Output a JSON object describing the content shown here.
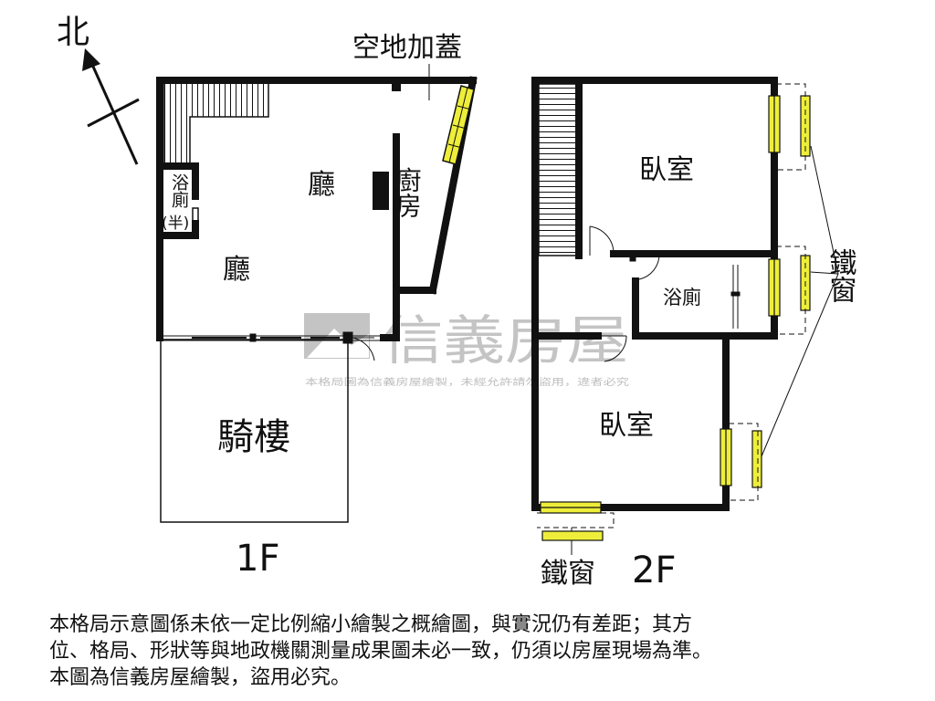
{
  "compass": {
    "north_label": "北"
  },
  "floor1": {
    "floor_label": "1F",
    "vacant_lot_label": "空地加蓋",
    "living_room_label": "廳",
    "living_room_2_label": "廳",
    "kitchen_label": "廚房",
    "half_bath_label": "浴廁",
    "half_bath_sub_label": "(半)",
    "arcade_label": "騎樓"
  },
  "floor2": {
    "floor_label": "2F",
    "bedroom_top_label": "臥室",
    "bathroom_label": "浴廁",
    "bedroom_bottom_label": "臥室",
    "iron_window_right_label": "鐵窗",
    "iron_window_bottom_label": "鐵窗"
  },
  "watermark": {
    "brand": "信義房屋",
    "notice": "本格局圖為信義房屋繪製，未經允許請勿盜用，違者必究"
  },
  "disclaimer": {
    "line1": "本格局示意圖係未依一定比例縮小繪製之概繪圖，與實況仍有差距；其方",
    "line2": "位、格局、形狀等與地政機關測量成果圖未必一致，仍須以房屋現場為準。",
    "line3": "本圖為信義房屋繪製，盜用必究。"
  },
  "colors": {
    "wall": "#111111",
    "window_fill": "#eeee3a",
    "watermark": "#c8c8c8"
  }
}
